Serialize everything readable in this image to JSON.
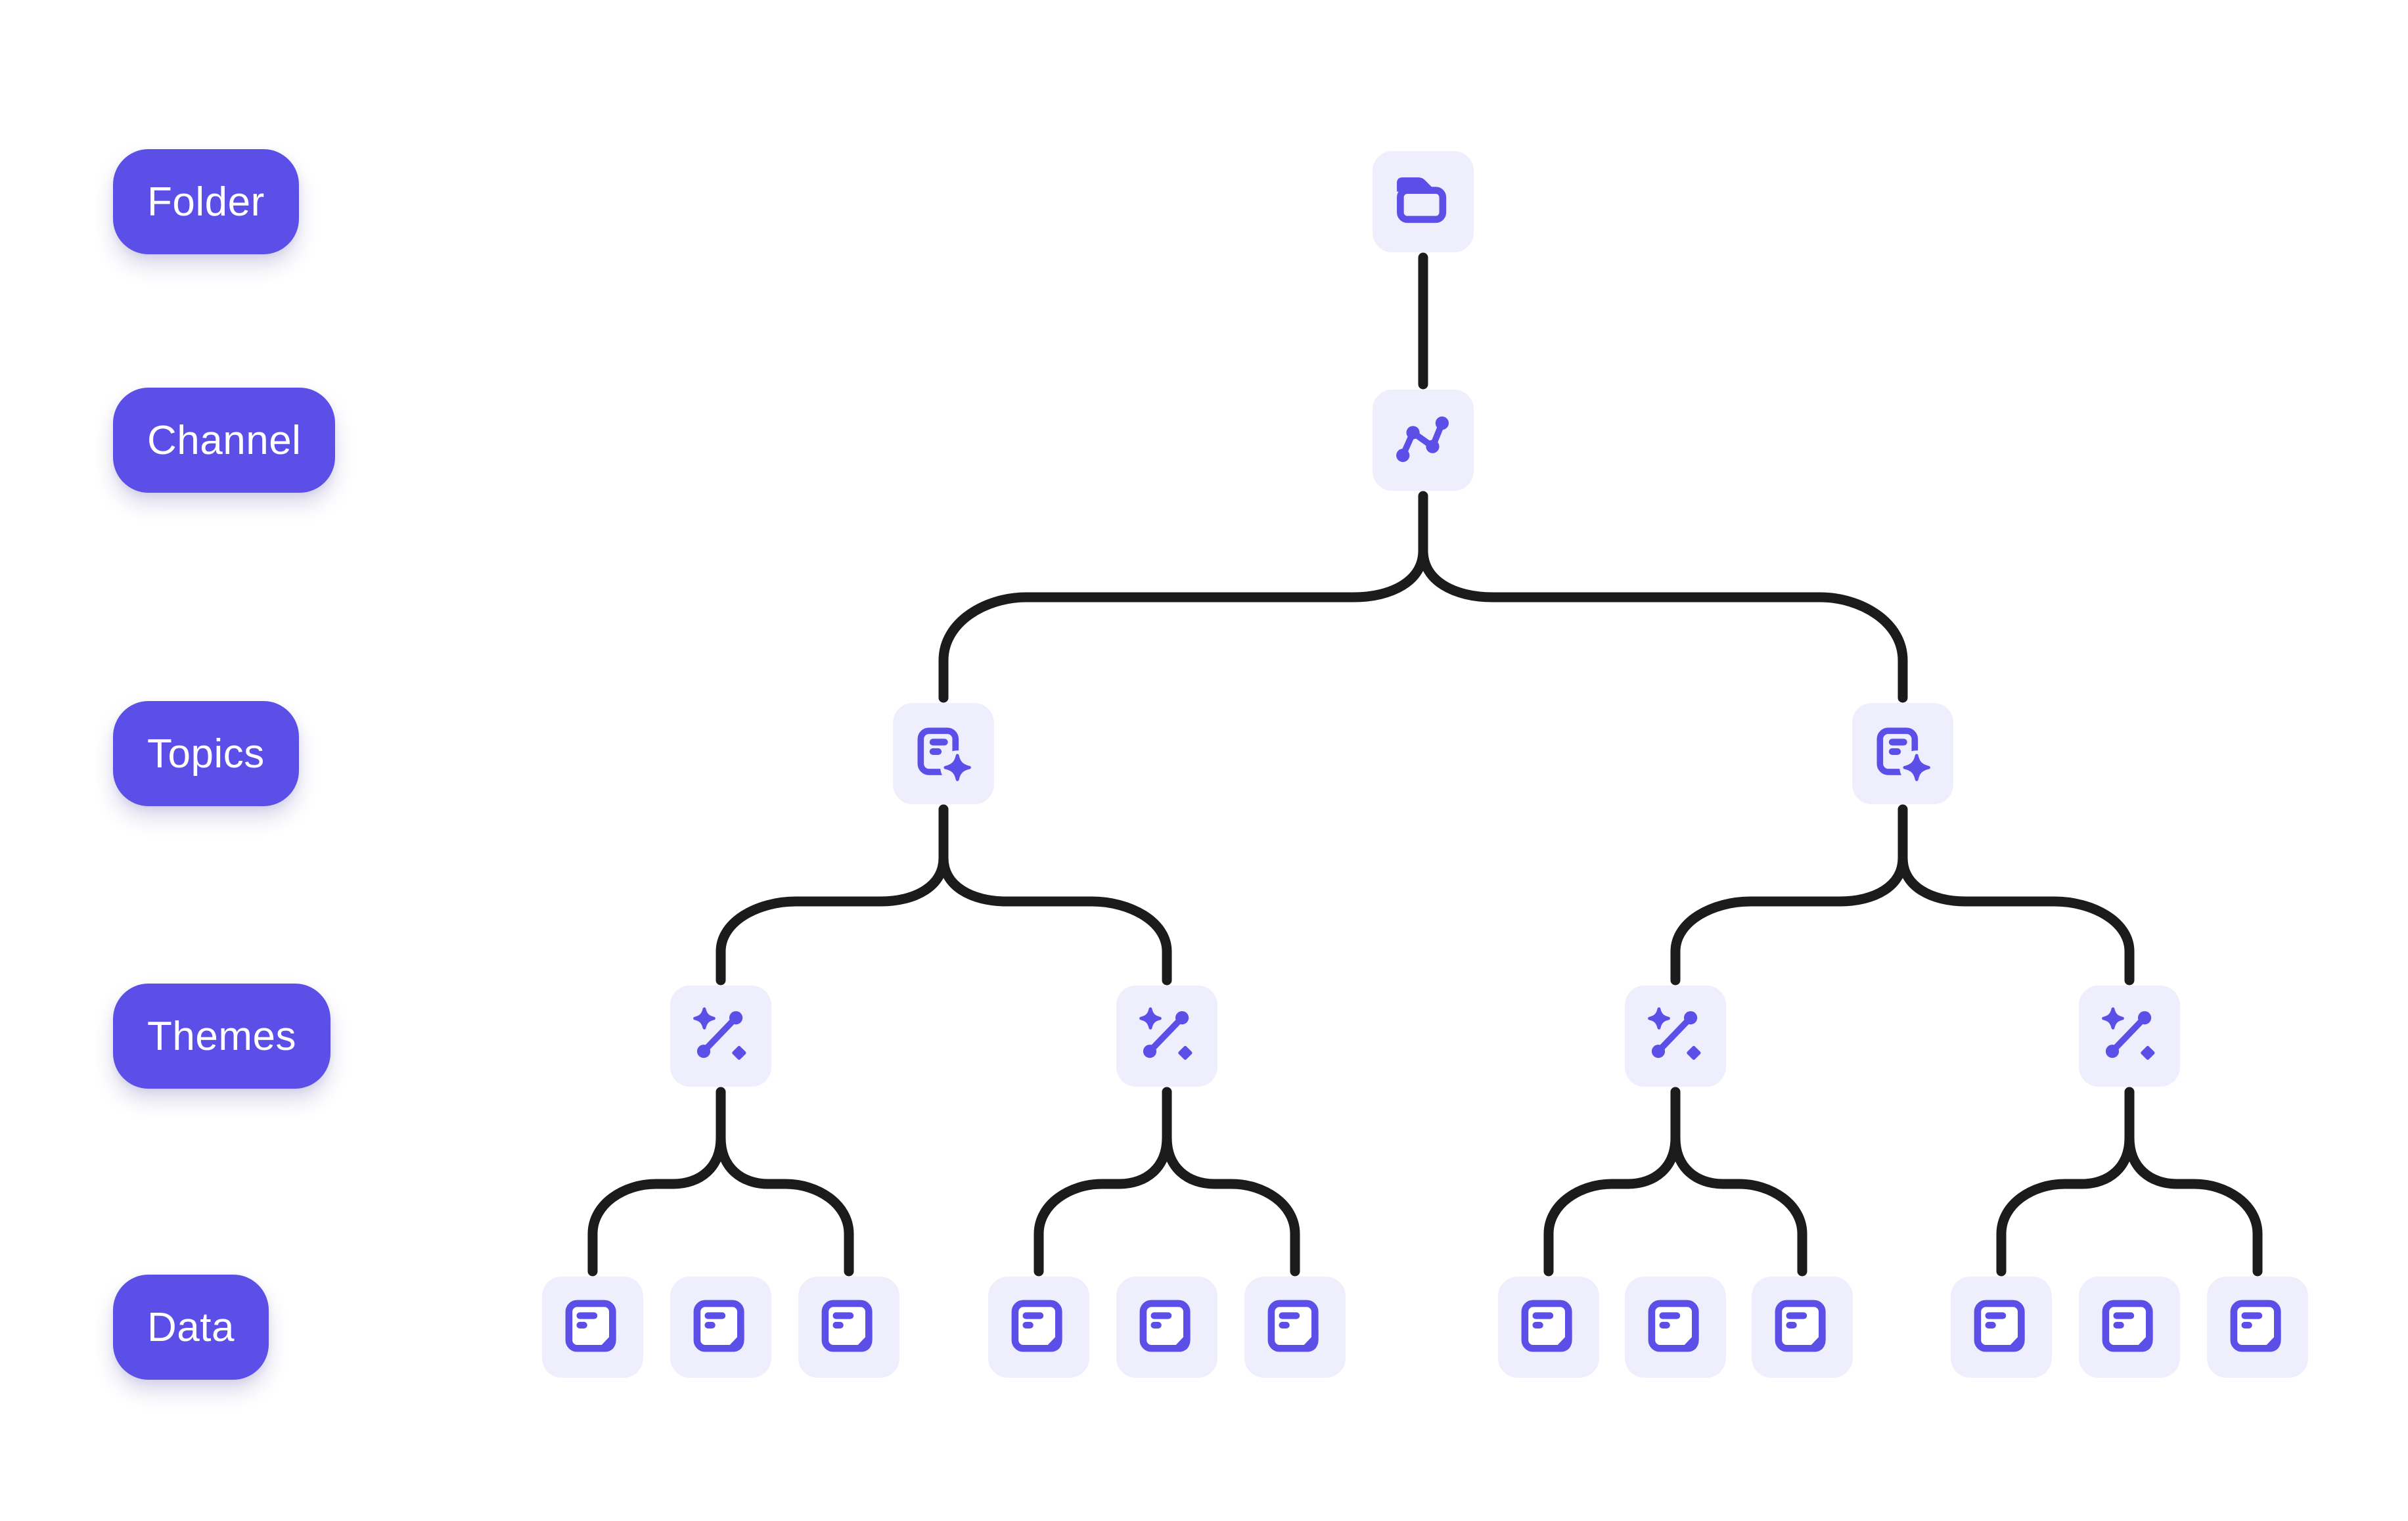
{
  "colors": {
    "accent": "#5B4FE8",
    "node_background": "#EFEEFC",
    "connector": "#1B1B1B",
    "page_background": "#FFFFFF",
    "pill_text": "#FFFFFF"
  },
  "legend": {
    "items": [
      {
        "id": "folder",
        "label": "Folder"
      },
      {
        "id": "channel",
        "label": "Channel"
      },
      {
        "id": "topics",
        "label": "Topics"
      },
      {
        "id": "themes",
        "label": "Themes"
      },
      {
        "id": "data",
        "label": "Data"
      }
    ]
  },
  "diagram": {
    "levels": [
      "folder",
      "channel",
      "topics",
      "themes",
      "data"
    ],
    "nodes": [
      {
        "id": "folder",
        "level": "folder",
        "icon": "folder-icon"
      },
      {
        "id": "channel",
        "level": "channel",
        "icon": "trend-line-icon"
      },
      {
        "id": "topic1",
        "level": "topics",
        "icon": "document-sparkle-icon"
      },
      {
        "id": "topic2",
        "level": "topics",
        "icon": "document-sparkle-icon"
      },
      {
        "id": "theme1",
        "level": "themes",
        "icon": "wand-sparkle-icon"
      },
      {
        "id": "theme2",
        "level": "themes",
        "icon": "wand-sparkle-icon"
      },
      {
        "id": "theme3",
        "level": "themes",
        "icon": "wand-sparkle-icon"
      },
      {
        "id": "theme4",
        "level": "themes",
        "icon": "wand-sparkle-icon"
      },
      {
        "id": "data1",
        "level": "data",
        "icon": "note-icon"
      },
      {
        "id": "data2",
        "level": "data",
        "icon": "note-icon"
      },
      {
        "id": "data3",
        "level": "data",
        "icon": "note-icon"
      },
      {
        "id": "data4",
        "level": "data",
        "icon": "note-icon"
      },
      {
        "id": "data5",
        "level": "data",
        "icon": "note-icon"
      },
      {
        "id": "data6",
        "level": "data",
        "icon": "note-icon"
      },
      {
        "id": "data7",
        "level": "data",
        "icon": "note-icon"
      },
      {
        "id": "data8",
        "level": "data",
        "icon": "note-icon"
      },
      {
        "id": "data9",
        "level": "data",
        "icon": "note-icon"
      },
      {
        "id": "data10",
        "level": "data",
        "icon": "note-icon"
      },
      {
        "id": "data11",
        "level": "data",
        "icon": "note-icon"
      },
      {
        "id": "data12",
        "level": "data",
        "icon": "note-icon"
      }
    ],
    "links": [
      [
        "folder",
        "channel"
      ],
      [
        "channel",
        "topic1"
      ],
      [
        "channel",
        "topic2"
      ],
      [
        "topic1",
        "theme1"
      ],
      [
        "topic1",
        "theme2"
      ],
      [
        "topic2",
        "theme3"
      ],
      [
        "topic2",
        "theme4"
      ],
      [
        "theme1",
        "data1"
      ],
      [
        "theme1",
        "data3"
      ],
      [
        "theme2",
        "data4"
      ],
      [
        "theme2",
        "data6"
      ],
      [
        "theme3",
        "data7"
      ],
      [
        "theme3",
        "data9"
      ],
      [
        "theme4",
        "data10"
      ],
      [
        "theme4",
        "data12"
      ]
    ]
  }
}
